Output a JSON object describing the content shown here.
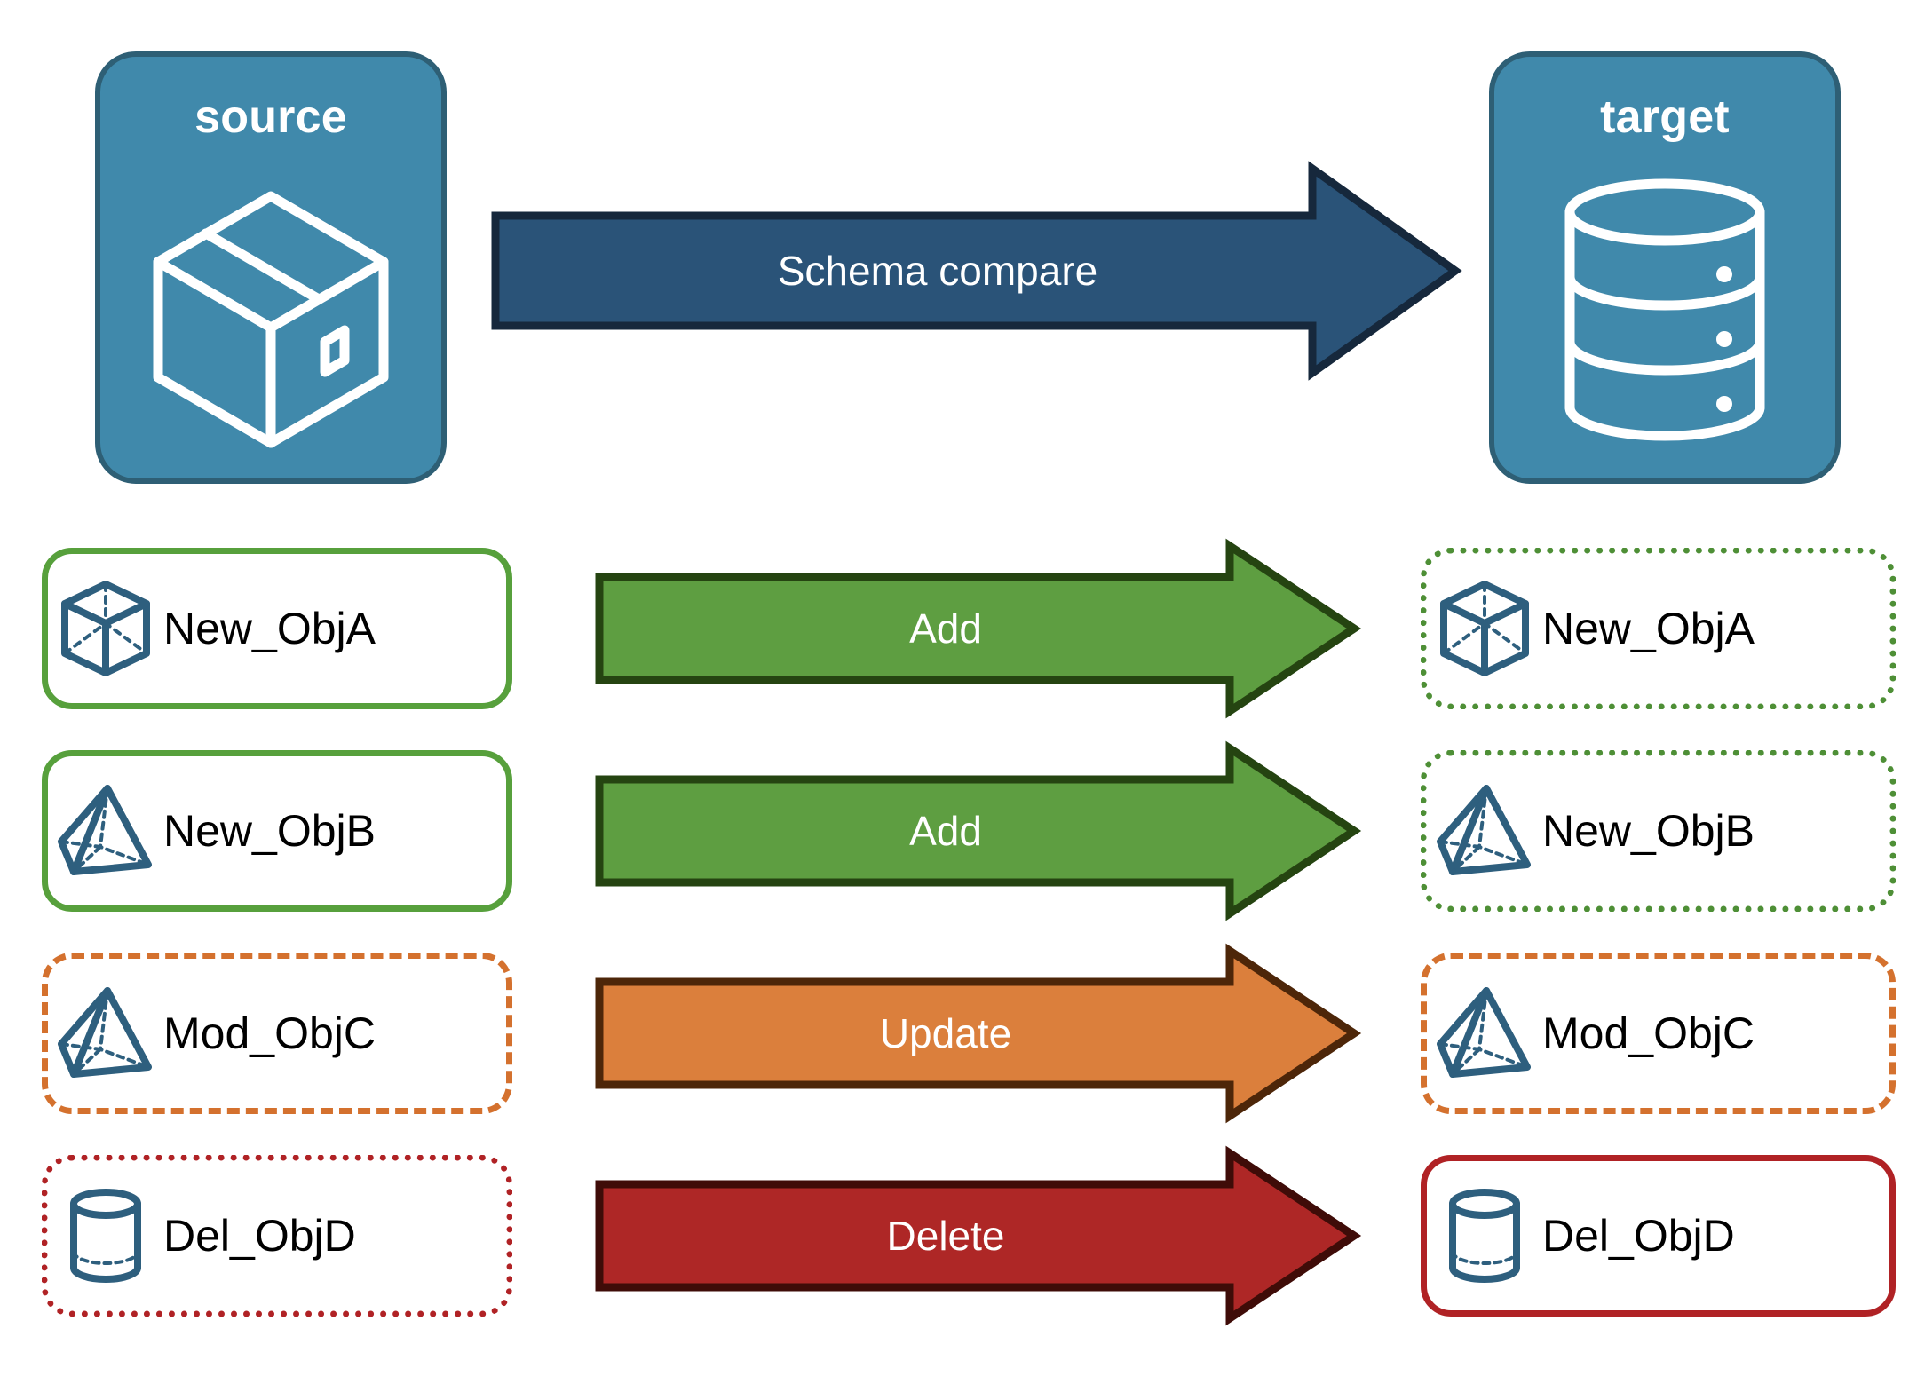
{
  "diagram": {
    "title": "Schema compare source to target",
    "endpoints": [
      {
        "id": "source",
        "label": "source",
        "icon": "package-box-icon"
      },
      {
        "id": "target",
        "label": "target",
        "icon": "database-cylinder-icon"
      }
    ],
    "main_arrow": {
      "label": "Schema compare",
      "fill": "#2A5378",
      "stroke": "#16283C"
    },
    "rows": [
      {
        "action": "Add",
        "arrow_fill": "#5E9E41",
        "arrow_stroke": "#254411",
        "source": {
          "name": "New_ObjA",
          "icon": "wireframe-cube-icon",
          "border_style": "solid",
          "border_color": "#57A03C"
        },
        "target": {
          "name": "New_ObjA",
          "icon": "wireframe-cube-icon",
          "border_style": "dotted",
          "border_color": "#4E8F36"
        }
      },
      {
        "action": "Add",
        "arrow_fill": "#5E9E41",
        "arrow_stroke": "#254411",
        "source": {
          "name": "New_ObjB",
          "icon": "wireframe-pyramid-icon",
          "border_style": "solid",
          "border_color": "#57A03C"
        },
        "target": {
          "name": "New_ObjB",
          "icon": "wireframe-pyramid-icon",
          "border_style": "dotted",
          "border_color": "#4E8F36"
        }
      },
      {
        "action": "Update",
        "arrow_fill": "#DB7F3C",
        "arrow_stroke": "#4D2609",
        "source": {
          "name": "Mod_ObjC",
          "icon": "wireframe-pyramid-icon",
          "border_style": "dashed",
          "border_color": "#D4712E"
        },
        "target": {
          "name": "Mod_ObjC",
          "icon": "wireframe-pyramid-icon",
          "border_style": "dashed",
          "border_color": "#D4712E"
        }
      },
      {
        "action": "Delete",
        "arrow_fill": "#AE2726",
        "arrow_stroke": "#3F0C08",
        "source": {
          "name": "Del_ObjD",
          "icon": "wireframe-cylinder-icon",
          "border_style": "dotted",
          "border_color": "#B02225"
        },
        "target": {
          "name": "Del_ObjD",
          "icon": "wireframe-cylinder-icon",
          "border_style": "solid",
          "border_color": "#B02225"
        }
      }
    ],
    "colors": {
      "endpoint_fill": "#4089AB",
      "endpoint_stroke": "#2E5F75",
      "icon_blue": "#2E5F7E",
      "background": "#FFFFFF",
      "text_dark": "#000000",
      "text_light": "#FFFFFF"
    }
  }
}
